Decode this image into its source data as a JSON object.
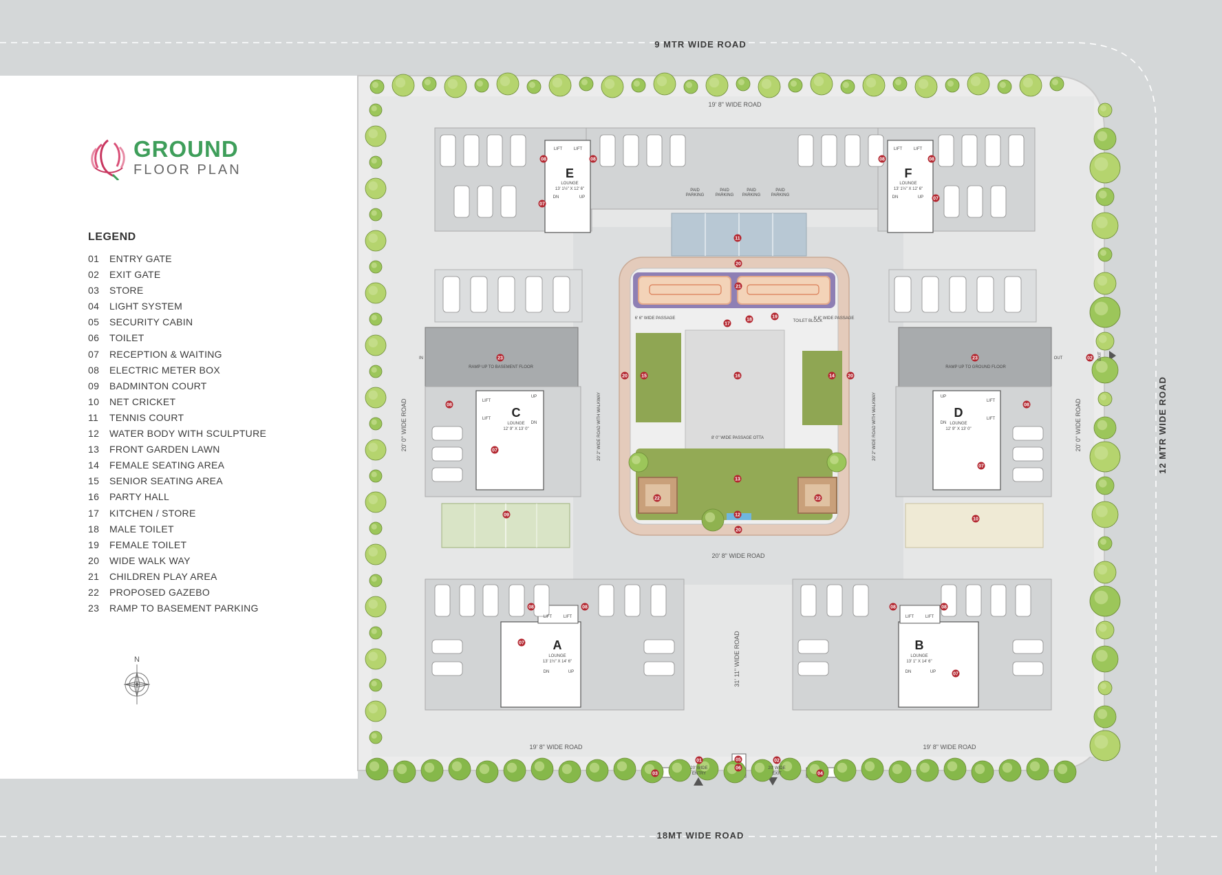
{
  "title": {
    "line1": "GROUND",
    "line2": "FLOOR PLAN"
  },
  "legend": {
    "title": "LEGEND",
    "items": [
      {
        "num": "01",
        "label": "ENTRY GATE"
      },
      {
        "num": "02",
        "label": "EXIT GATE"
      },
      {
        "num": "03",
        "label": "STORE"
      },
      {
        "num": "04",
        "label": "LIGHT SYSTEM"
      },
      {
        "num": "05",
        "label": "SECURITY CABIN"
      },
      {
        "num": "06",
        "label": "TOILET"
      },
      {
        "num": "07",
        "label": "RECEPTION & WAITING"
      },
      {
        "num": "08",
        "label": "ELECTRIC METER BOX"
      },
      {
        "num": "09",
        "label": "BADMINTON COURT"
      },
      {
        "num": "10",
        "label": "NET CRICKET"
      },
      {
        "num": "11",
        "label": "TENNIS COURT"
      },
      {
        "num": "12",
        "label": "WATER BODY WITH SCULPTURE"
      },
      {
        "num": "13",
        "label": "FRONT GARDEN LAWN"
      },
      {
        "num": "14",
        "label": "FEMALE SEATING AREA"
      },
      {
        "num": "15",
        "label": "SENIOR SEATING AREA"
      },
      {
        "num": "16",
        "label": "PARTY HALL"
      },
      {
        "num": "17",
        "label": "KITCHEN / STORE"
      },
      {
        "num": "18",
        "label": "MALE TOILET"
      },
      {
        "num": "19",
        "label": "FEMALE TOILET"
      },
      {
        "num": "20",
        "label": "WIDE WALK WAY"
      },
      {
        "num": "21",
        "label": "CHILDREN PLAY AREA"
      },
      {
        "num": "22",
        "label": "PROPOSED GAZEBO"
      },
      {
        "num": "23",
        "label": "RAMP TO BASEMENT PARKING"
      }
    ]
  },
  "compass": {
    "north": "N"
  },
  "roads": {
    "north": "9 MTR WIDE ROAD",
    "south": "18MT WIDE ROAD",
    "east": "12 MTR WIDE ROAD",
    "inner_north": "19' 8\" WIDE ROAD",
    "inner_sw": "19' 8\" WIDE ROAD",
    "inner_se": "19' 8\" WIDE ROAD",
    "inner_west": "20' 0\" WIDE ROAD",
    "inner_east": "20' 0\" WIDE ROAD",
    "center_south": "20' 8\" WIDE ROAD",
    "center_vertical": "31' 11\" WIDE ROAD",
    "walkway_west": "20' 2\" WIDE ROAD WITH WALKWAY",
    "walkway_east": "20' 2\" WIDE ROAD WITH WALKWAY"
  },
  "blocks": {
    "A": {
      "letter": "A",
      "lounge": "LOUNGE",
      "size": "13' 1½\" X 14' 6\""
    },
    "B": {
      "letter": "B",
      "lounge": "LOUNGE",
      "size": "13' 1\" X 14' 6\""
    },
    "C": {
      "letter": "C",
      "lounge": "LOUNGE",
      "size": "12' 9\" X 13' 0\""
    },
    "D": {
      "letter": "D",
      "lounge": "LOUNGE",
      "size": "12' 9\" X 13' 0\""
    },
    "E": {
      "letter": "E",
      "lounge": "LOUNGE",
      "size": "13' 1½\" X 12' 6\""
    },
    "F": {
      "letter": "F",
      "lounge": "LOUNGE",
      "size": "13' 1½\" X 12' 6\""
    }
  },
  "labels": {
    "lift": "LIFT",
    "dn": "DN",
    "up": "UP",
    "paid_parking_1": "PAID",
    "paid_parking_2": "PARKING",
    "ramp_basement": "RAMP UP TO BASEMENT FLOOR",
    "ramp_ground": "RAMP UP TO GROUND FLOOR",
    "in": "IN",
    "out": "OUT",
    "passage_left": "6' 6\" WIDE PASSAGE",
    "passage_right": "6' 6\" WIDE PASSAGE",
    "toilet_block": "TOILET BLOCK",
    "passage_otta": "8' 0\" WIDE PASSAGE OTTA",
    "entry": "ENTRY",
    "exit": "EXIT",
    "gate_wide": "20' WIDE"
  }
}
